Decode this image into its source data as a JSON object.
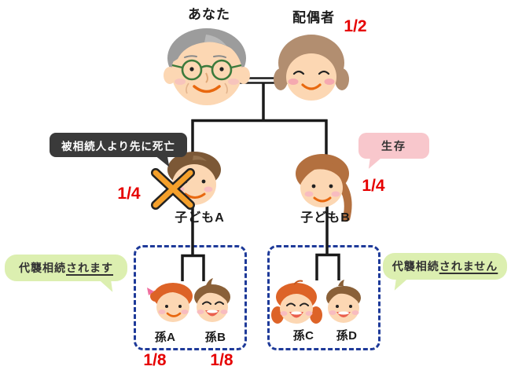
{
  "people": {
    "you": {
      "name": "あなた"
    },
    "spouse": {
      "name": "配偶者",
      "share": "1/2"
    },
    "child_a": {
      "name": "子どもA",
      "share": "1/4"
    },
    "child_b": {
      "name": "子どもB",
      "share": "1/4"
    },
    "grandchild_a": {
      "name": "孫A",
      "share": "1/8"
    },
    "grandchild_b": {
      "name": "孫B",
      "share": "1/8"
    },
    "grandchild_c": {
      "name": "孫C"
    },
    "grandchild_d": {
      "name": "孫D"
    }
  },
  "bubbles": {
    "deceased_note": "被相続人より先に死亡",
    "alive_note": "生存",
    "left_note": {
      "prefix": "代襲相続",
      "underlined": "されます"
    },
    "right_note": {
      "prefix": "代襲相続",
      "underlined": "されません"
    }
  },
  "icons": {
    "cross_mark": "deceased-cross-mark"
  },
  "colors": {
    "share_text": "#e60000",
    "tree_line": "#1a1a1a",
    "deceased_bubble_bg": "#3a3a3a",
    "alive_bubble_bg": "#f8c7cc",
    "note_bubble_bg": "#dcefb0",
    "dashed_box_border": "#1e3a99",
    "cross_mark": "#f5a02b",
    "skin": "#fcd7b3"
  }
}
